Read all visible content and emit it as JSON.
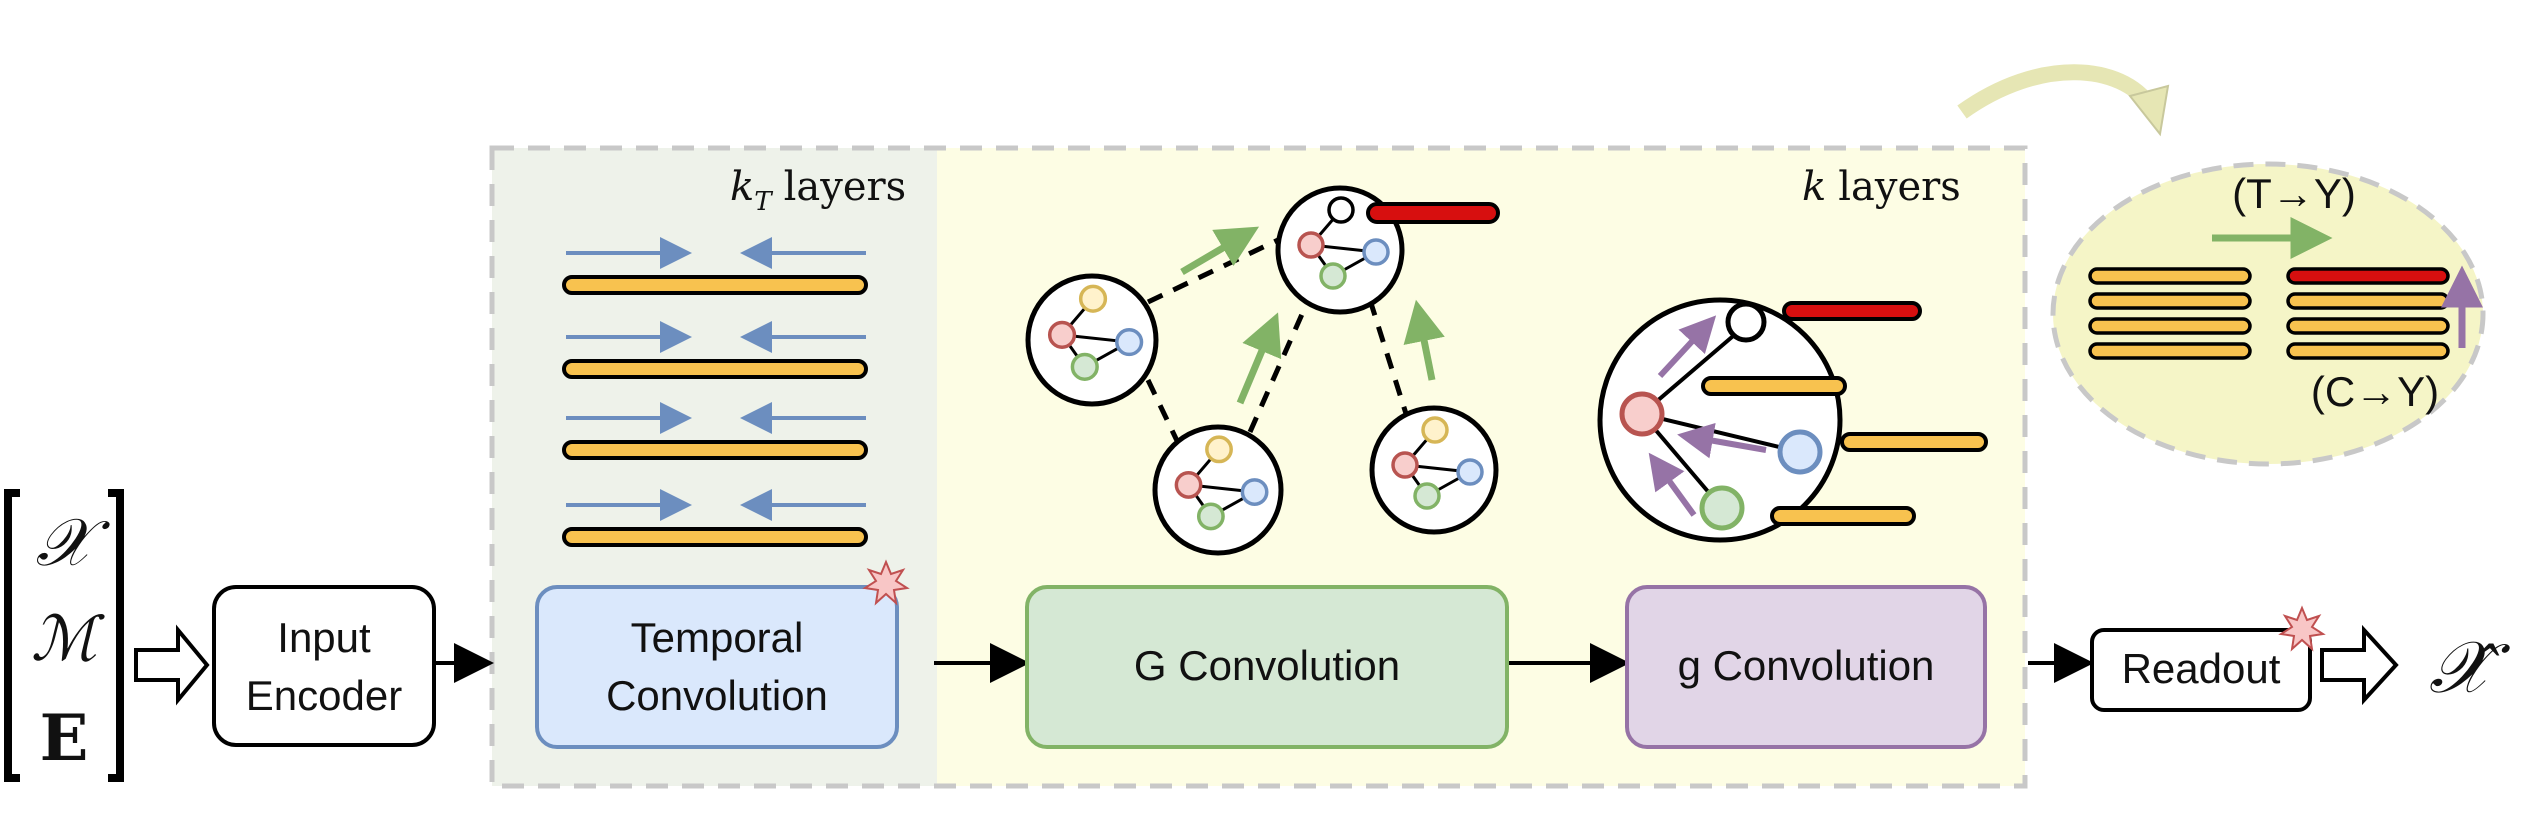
{
  "input": {
    "matrix_items": [
      "𝒳",
      "ℳ",
      "E"
    ]
  },
  "blocks": {
    "input_encoder": {
      "line1": "Input",
      "line2": "Encoder"
    },
    "temporal_conv": {
      "line1": "Temporal",
      "line2": "Convolution"
    },
    "g_conv_upper": "G Convolution",
    "g_conv_lower": "g Convolution",
    "readout": "Readout"
  },
  "regions": {
    "temporal": {
      "layers_var": "k",
      "layers_sub": "T",
      "layers_word": "layers"
    },
    "spatial": {
      "layers_var": "k",
      "layers_word": "layers"
    }
  },
  "inset": {
    "top_label": "(T→Y)",
    "bottom_label": "(C→Y)"
  },
  "output": {
    "symbol": "𝒳̂"
  },
  "colors": {
    "temporal_bg": "#eef2ea",
    "spatial_bg": "#fdfde4",
    "temporal_box": "#dae8fc",
    "temporal_border": "#6c8ebf",
    "g_upper_box": "#d5e8d4",
    "g_upper_border": "#82b366",
    "g_lower_box": "#e1d5e7",
    "g_lower_border": "#9673a6",
    "bar_orange": "#f8c24f",
    "bar_red": "#d70f0f",
    "arrow_blue": "#6c8ebf",
    "arrow_green": "#82b366",
    "arrow_purple": "#9673a6"
  }
}
